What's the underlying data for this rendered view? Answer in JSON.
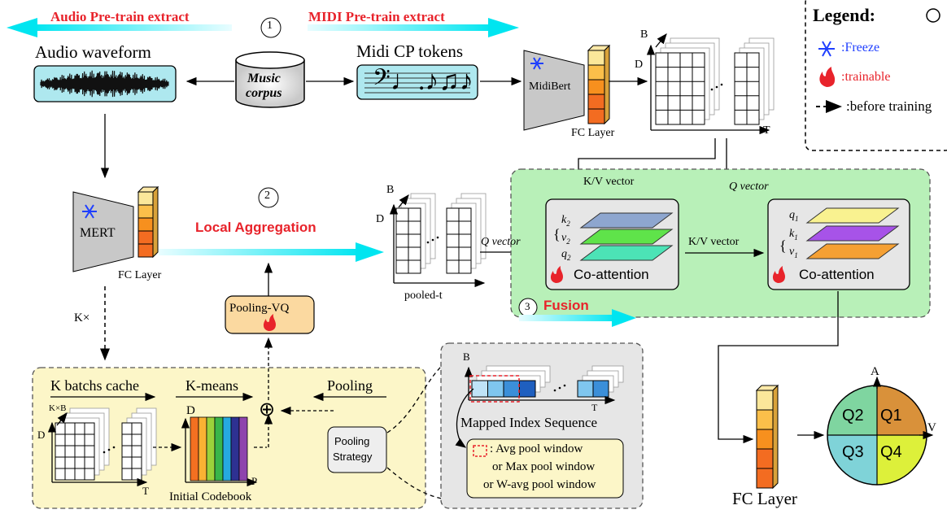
{
  "top": {
    "audio_extract_label": "Audio Pre-train extract",
    "midi_extract_label": "MIDI Pre-train extract",
    "step1": "1",
    "audio_waveform_label": "Audio waveform",
    "music_corpus_line1": "Music",
    "music_corpus_line2": "corpus",
    "midi_tokens_label": "Midi CP tokens",
    "midibert_label": "MidiBert",
    "fc_layer_midi": "FC Layer",
    "axis_b": "B",
    "axis_d": "D",
    "axis_t": "T"
  },
  "legend": {
    "title": "Legend:",
    "freeze": ":Freeze",
    "trainable": ":trainable",
    "before_training": ":before training",
    "colors": {
      "freeze": "#1f3fff",
      "trainable": "#e8232b"
    }
  },
  "middle": {
    "mert_label": "MERT",
    "fc_layer_mert": "FC Layer",
    "step2": "2",
    "local_aggregation": "Local Aggregation",
    "pooling_vq": "Pooling-VQ",
    "k_times": "K×",
    "pooled_b": "B",
    "pooled_d": "D",
    "pooled_t": "pooled-t",
    "q_vector_left": "Q vector"
  },
  "fusion": {
    "kv_vector_top": "K/V vector",
    "q_vector_top": "Q vector",
    "kv_vector_mid": "K/V vector",
    "left_block": {
      "k": "k",
      "k_sub": "2",
      "v": "v",
      "v_sub": "2",
      "q": "q",
      "q_sub": "2",
      "label": "Co-attention"
    },
    "right_block": {
      "q": "q",
      "q_sub": "1",
      "k": "k",
      "k_sub": "1",
      "v": "v",
      "v_sub": "1",
      "label": "Co-attention"
    },
    "step3": "3",
    "title": "Fusion",
    "color": "#b8f0b8"
  },
  "bottom": {
    "k_batchs_cache": "K batchs cache",
    "k_means": "K-means",
    "pooling": "Pooling",
    "kxb": "K×B",
    "d_left": "D",
    "t_left": "T",
    "codebook_d": "D",
    "codebook_p": "P",
    "initial_codebook": "Initial Codebook",
    "plus": "⊕",
    "pooling_strategy_line1": "Pooling",
    "pooling_strategy_line2": "Strategy",
    "mapped_b": "B",
    "mapped_t": "T",
    "mapped_index_sequence": "Mapped Index Sequence",
    "window_line1": ": Avg pool window",
    "window_line2": "or Max pool window",
    "window_line3": "or W-avg pool window",
    "codebook_colors": [
      "#f37021",
      "#f9b233",
      "#9bd13b",
      "#39b54a",
      "#26a9e0",
      "#2e3192",
      "#8e44ad"
    ]
  },
  "output": {
    "fc_layer_label": "FC Layer",
    "axis_a": "A",
    "axis_v": "V",
    "q1": "Q1",
    "q2": "Q2",
    "q3": "Q3",
    "q4": "Q4",
    "quadrant_colors": {
      "q1": "#d9913a",
      "q2": "#7fd5a0",
      "q3": "#7fd3d8",
      "q4": "#ddf03a"
    }
  }
}
